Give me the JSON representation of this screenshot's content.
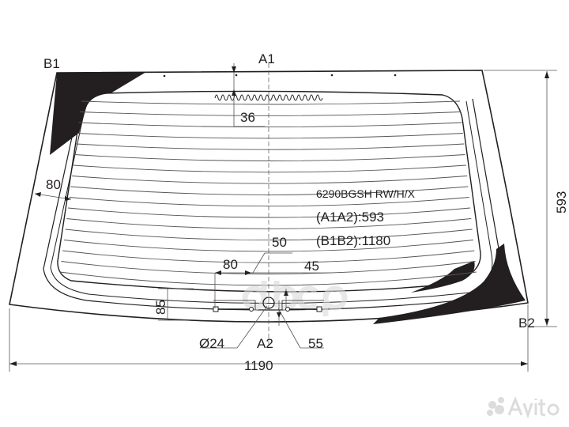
{
  "part_code": "6290BGSH RW/H/X",
  "a1a2": "(A1A2):593",
  "b1b2": "(B1B2):1180",
  "points": {
    "b1": "B1",
    "a1": "A1",
    "a2": "A2",
    "b2": "B2"
  },
  "dimensions": {
    "height": "593",
    "width": "1190",
    "top_gap": "36",
    "side_band": "80",
    "heater_width": "80",
    "offset_50": "50",
    "offset_45": "45",
    "offset_85": "85",
    "hole_diameter": "Ø24",
    "offset_55": "55"
  },
  "watermarks": {
    "center": "dbcp",
    "corner": "Avito"
  },
  "colors": {
    "line": "#231f20",
    "fill_black": "#231f20",
    "grid": "#555555",
    "watermark": "#d9d9d9"
  }
}
